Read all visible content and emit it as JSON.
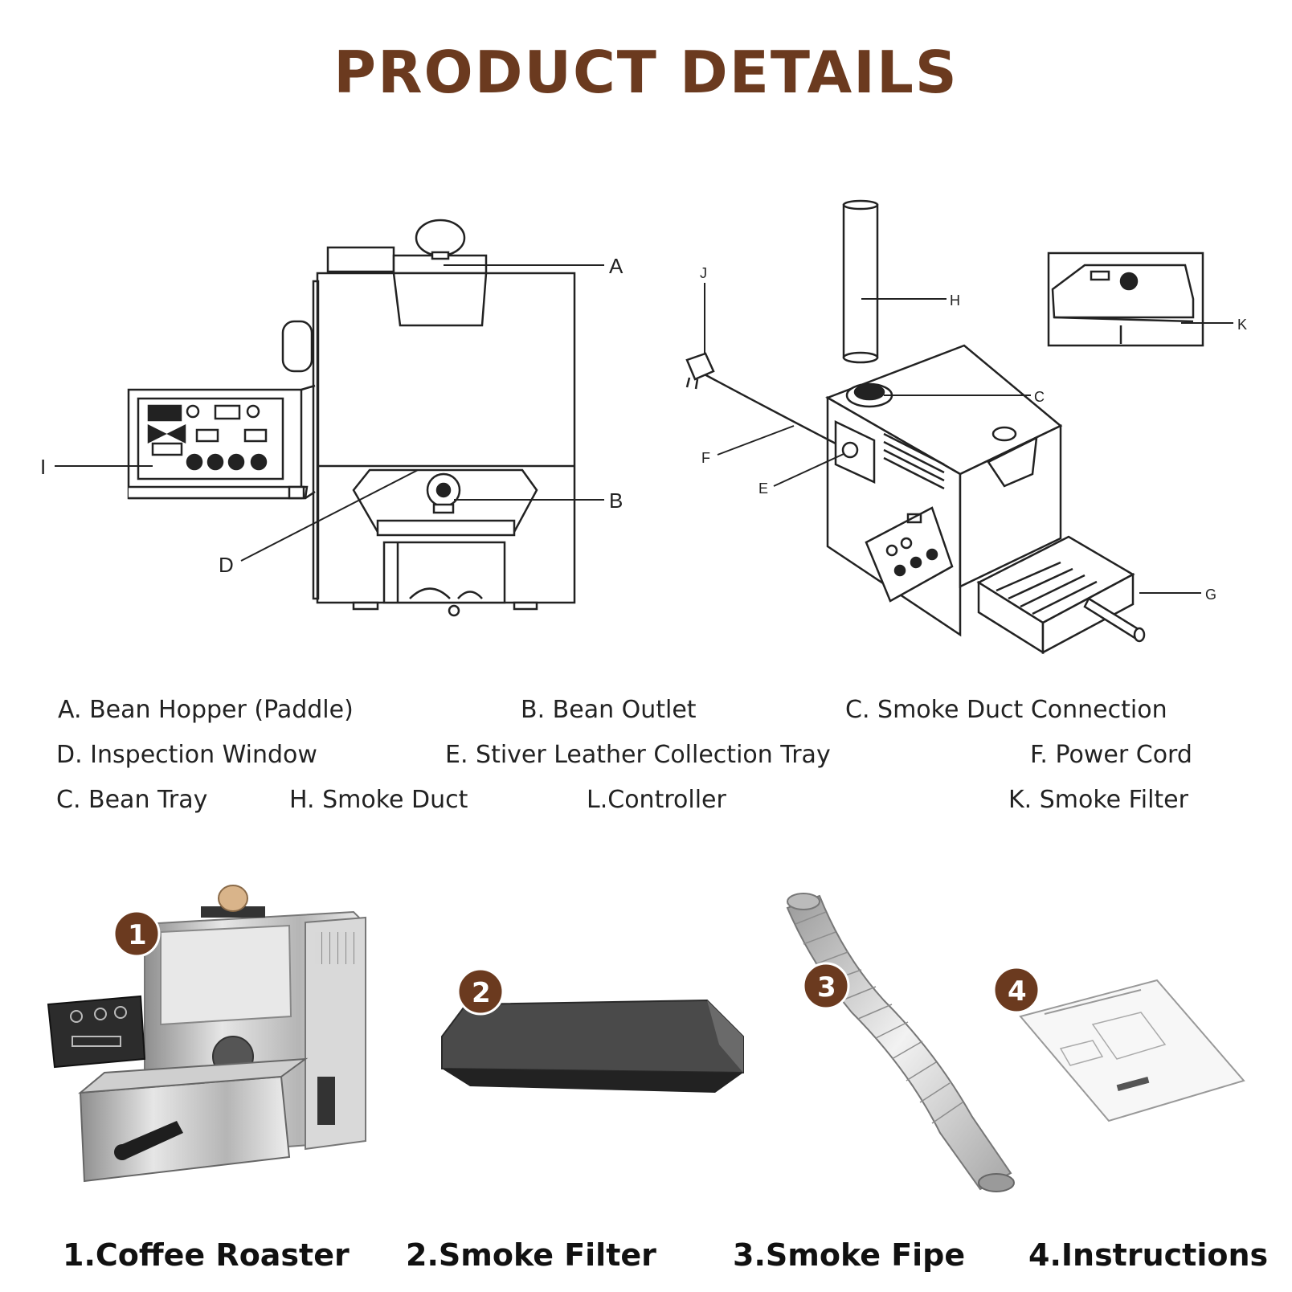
{
  "title": "PRODUCT DETAILS",
  "callouts": {
    "a": "A",
    "b": "B",
    "c": "C",
    "d": "D",
    "e": "E",
    "f": "F",
    "g": "G",
    "h": "H",
    "i": "I",
    "j": "J",
    "k": "K"
  },
  "legend": {
    "row1": [
      "A. Bean Hopper (Paddle)",
      "B. Bean Outlet",
      "C. Smoke Duct Connection"
    ],
    "row2": [
      "D. Inspection Window",
      "E. Stiver Leather Collection Tray",
      "F. Power Cord"
    ],
    "row3": [
      "C. Bean Tray",
      "H. Smoke Duct",
      "L.Controller",
      "K. Smoke Filter"
    ]
  },
  "items": [
    {
      "badge": "1",
      "caption": "1.Coffee Roaster",
      "icon": "coffee-roaster-photo"
    },
    {
      "badge": "2",
      "caption": "2.Smoke Filter",
      "icon": "smoke-filter-photo"
    },
    {
      "badge": "3",
      "caption": "3.Smoke Fipe",
      "icon": "smoke-pipe-photo"
    },
    {
      "badge": "4",
      "caption": "4.Instructions",
      "icon": "instructions-booklet-photo"
    }
  ],
  "colors": {
    "title": "#6b3a1f",
    "badge": "#6b3a1f",
    "line": "#222222",
    "steel": "#c9c9c9",
    "dark": "#3d3d3d"
  }
}
